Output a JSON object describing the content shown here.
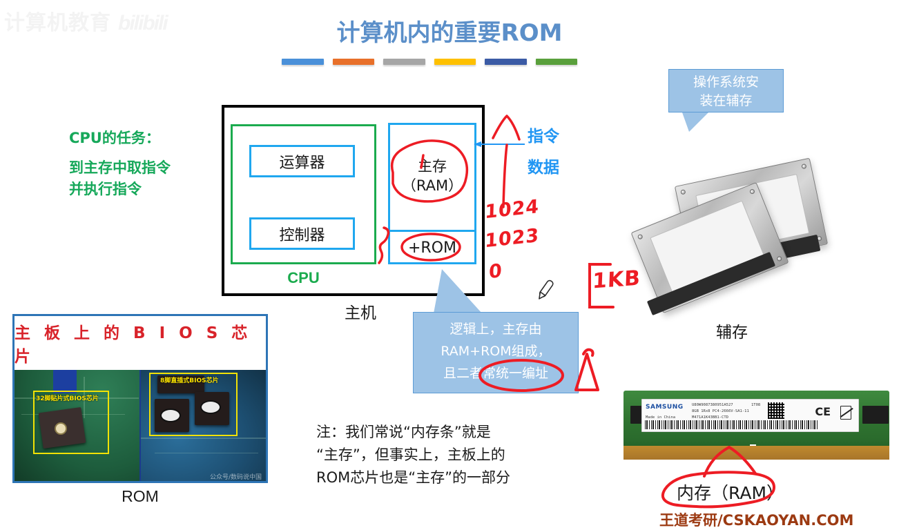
{
  "watermark": {
    "brand_cn": "计算机教育",
    "brand_site": "bilibili",
    "bottom_site": "王道考研/CSKAOYAN.COM"
  },
  "header": {
    "title": "计算机内的重要ROM",
    "title_color": "#5b8fc9",
    "rule_colors": [
      "#4a90d9",
      "#e8702a",
      "#a6a6a6",
      "#fec000",
      "#3b5ba5",
      "#5aa03c"
    ]
  },
  "cpu_task": {
    "heading": "CPU的任务：",
    "line1": "到主存中取指令",
    "line2": "并执行指令",
    "color": "#16a85a"
  },
  "diagram": {
    "host_label": "主机",
    "cpu_label": "CPU",
    "alu_label": "运算器",
    "control_label": "控制器",
    "ram_line1": "主存",
    "ram_line2": "（RAM）",
    "rom_label": "+ROM",
    "bus_label_instruction": "指令",
    "bus_label_data": "数据",
    "bus_label_color": "#2196f3",
    "box_colors": {
      "host_border": "#000000",
      "cpu_border": "#1bab4e",
      "unit_border": "#1fa7ef",
      "memory_border": "#1fa7ef"
    }
  },
  "annotations": {
    "addr_top": "1024",
    "addr_mid": "1023",
    "addr_bottom": "0",
    "size_note": "1KB",
    "ink_color": "#ed1c24"
  },
  "callouts": {
    "os": {
      "line1": "操作系统安",
      "line2": "装在辅存",
      "fill": "#9dc3e6"
    },
    "logic": {
      "line1": "逻辑上，主存由",
      "line2": "RAM+ROM组成，",
      "line3": "且二者常统一编址",
      "fill": "#9dc3e6"
    }
  },
  "note": {
    "line1": "注：我们常说“内存条”就是",
    "line2": "“主存”，但事实上，主板上的",
    "line3": "ROM芯片也是“主存”的一部分"
  },
  "figures": {
    "rom": {
      "picture_title": "主 板 上 的 B I O S 芯 片",
      "left_chip_label": "32脚贴片式BIOS芯片",
      "right_chip_label": "8脚直插式BIOS芯片",
      "credit": "公众号/数码说中国",
      "caption": "ROM"
    },
    "hdd": {
      "caption": "辅存"
    },
    "ram": {
      "brand": "SAMSUNG",
      "serial_top": "U80W9087380951A527",
      "serial_mid": "8GB 1Rx8 PC4-2666V-SA1-11",
      "serial_bottom": "M471A1K43BB1-CTD",
      "origin": "Made in China",
      "batch": "1T08",
      "ce_mark": "CE",
      "caption": "内存（RAM）"
    }
  }
}
